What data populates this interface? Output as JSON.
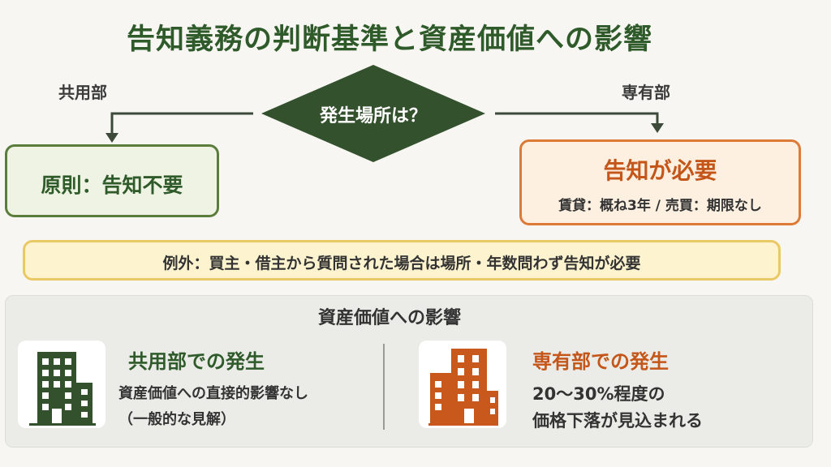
{
  "title": "告知義務の判断基準と資産価値への影響",
  "branches": {
    "left_label": "共用部",
    "right_label": "専有部"
  },
  "decision": {
    "text": "発生場所は？"
  },
  "outcome_common": {
    "text": "原則：告知不要"
  },
  "outcome_exclusive": {
    "title": "告知が必要",
    "note": "賃貸：概ね3年 / 売買：期限なし"
  },
  "exception": {
    "text": "例外：買主・借主から質問された場合は場所・年数問わず告知が必要"
  },
  "impact": {
    "title": "資産価値への影響",
    "common": {
      "heading": "共用部での発生",
      "line1": "資産価値への直接的影響なし",
      "line2": "（一般的な見解）",
      "icon": "building-icon"
    },
    "exclusive": {
      "heading": "専有部での発生",
      "line1": "20〜30%程度の",
      "line2": "価格下落が見込まれる",
      "icon": "building-icon"
    }
  },
  "colors": {
    "green": "#2f5a2a",
    "green_dark": "#34512d",
    "orange": "#c4561a",
    "orange_icon": "#c9581c",
    "yellow_border": "#eac864",
    "arrow": "#3d4a3a"
  }
}
